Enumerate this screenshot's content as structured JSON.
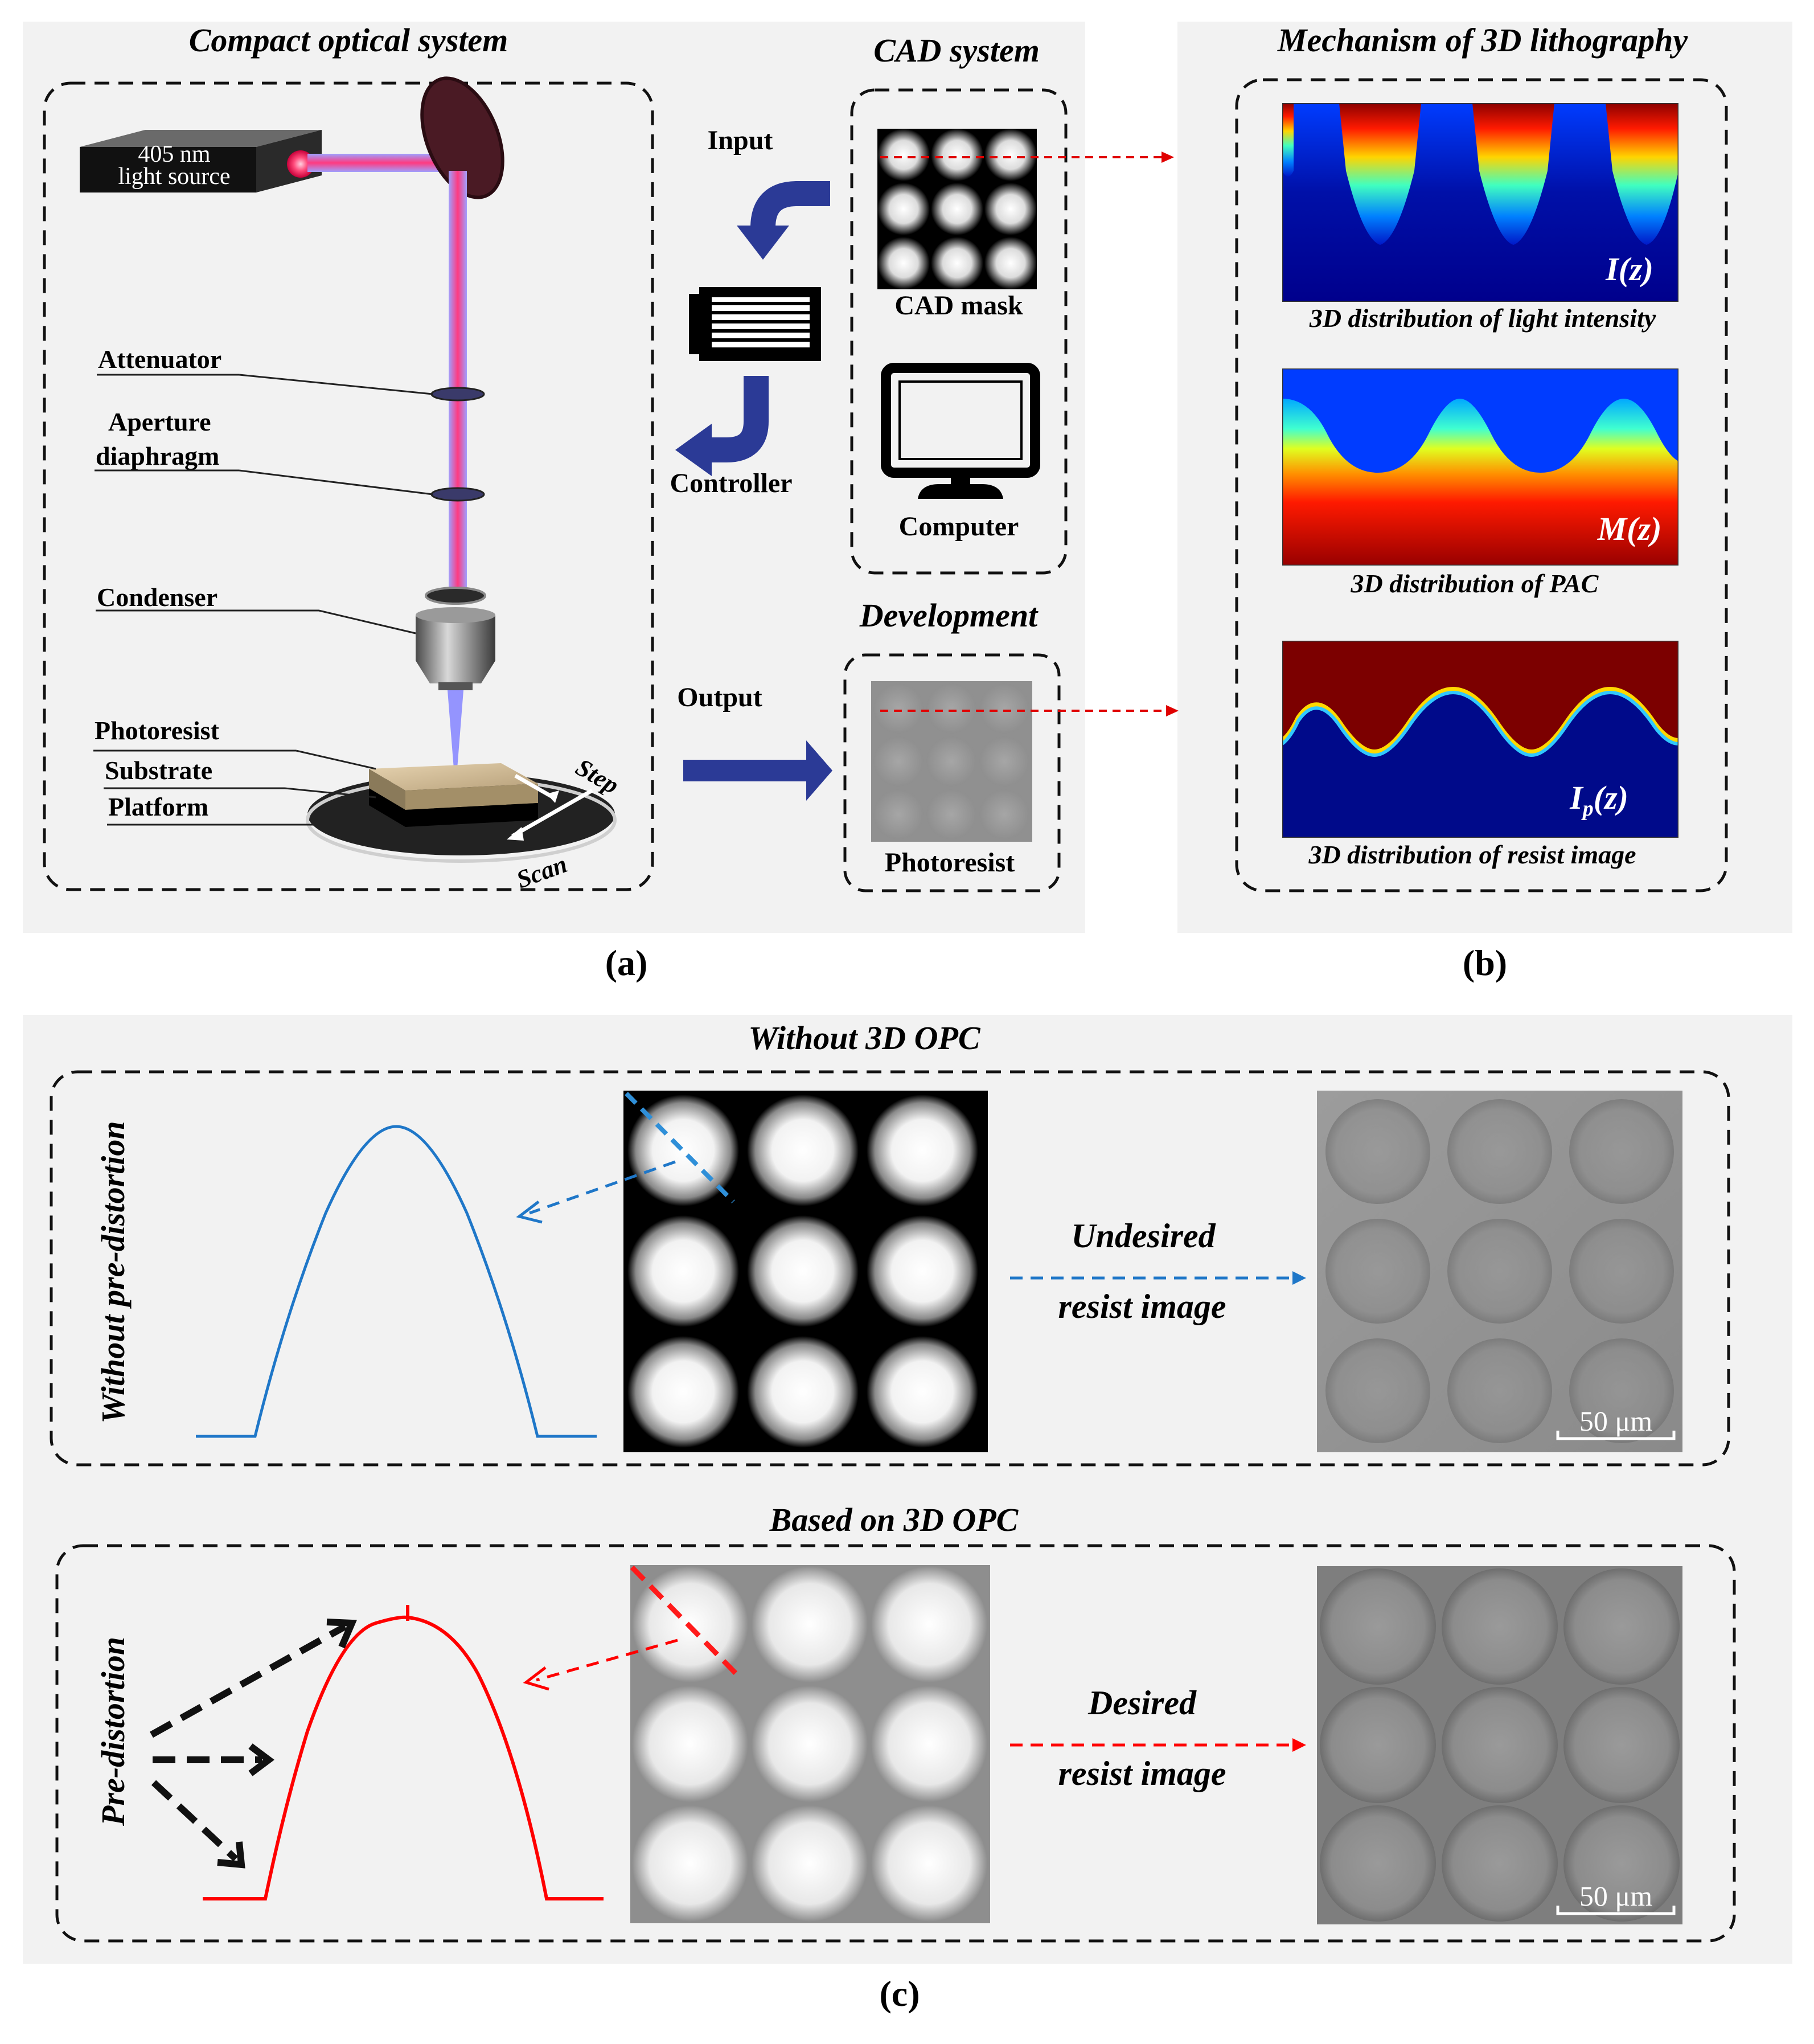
{
  "panel_a": {
    "optical_title": "Compact optical system",
    "light_source_line1": "405 nm",
    "light_source_line2": "light source",
    "attenuator": "Attenuator",
    "aperture_line1": "Aperture",
    "aperture_line2": "diaphragm",
    "condenser": "Condenser",
    "photoresist": "Photoresist",
    "substrate": "Substrate",
    "platform": "Platform",
    "step": "Step",
    "scan": "Scan",
    "input": "Input",
    "controller": "Controller",
    "output": "Output",
    "cad_title": "CAD system",
    "cad_mask": "CAD mask",
    "computer": "Computer",
    "development_title": "Development",
    "photoresist_sample": "Photoresist",
    "caption": "(a)"
  },
  "panel_b": {
    "title": "Mechanism of 3D lithography",
    "intensity_label": "I(z)",
    "intensity_caption": "3D distribution of light intensity",
    "pac_label": "M(z)",
    "pac_caption": "3D distribution of PAC",
    "resist_label_main": "I",
    "resist_label_sub": "p",
    "resist_label_tail": "(z)",
    "resist_caption": "3D distribution of resist image",
    "caption": "(b)"
  },
  "panel_c": {
    "without_title": "Without 3D OPC",
    "without_side": "Without pre-distortion",
    "undesired_line1": "Undesired",
    "undesired_line2": "resist image",
    "based_title": "Based on 3D OPC",
    "pre_side": "Pre-distortion",
    "desired_line1": "Desired",
    "desired_line2": "resist image",
    "scale_top": "50 μm",
    "scale_bottom": "50 μm",
    "caption": "(c)"
  },
  "colors": {
    "blue_profile": "#1f77c8",
    "red_profile": "#ff0000",
    "arrow_navy": "#2b3a96",
    "panel_bg": "#f2f2f2"
  }
}
